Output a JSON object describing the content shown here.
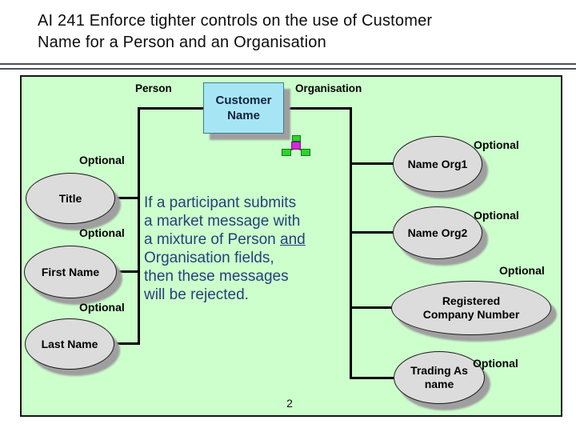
{
  "title": {
    "line1": "AI 241 Enforce tighter controls on the use of Customer",
    "line2": "Name for a Person and an Organisation"
  },
  "page_number": "2",
  "diagram": {
    "branch_left_label": "Person",
    "branch_right_label": "Organisation",
    "root_box": {
      "line1": "Customer",
      "line2": "Name"
    },
    "optional_label": "Optional",
    "nodes": {
      "title": {
        "line1": "Title"
      },
      "first": {
        "line1": "First Name"
      },
      "last": {
        "line1": "Last Name"
      },
      "org1": {
        "line1": "Name Org1"
      },
      "org2": {
        "line1": "Name Org2"
      },
      "rcn": {
        "line1": "Registered",
        "line2": "Company Number"
      },
      "trading": {
        "line1": "Trading As",
        "line2": "name"
      }
    },
    "note": {
      "line1": "If a participant submits",
      "line2": "a market message with",
      "line3_prefix": "a mixture of Person ",
      "line3_underlined": "and",
      "line4": "Organisation fields,",
      "line5": "then these messages",
      "line6": "will be rejected."
    }
  },
  "colors": {
    "panel_bg": "#ccffcc",
    "box_fill": "#a6e6f4",
    "ellipse_fill": "#dcdcdc",
    "shadow": "#9f9f9f",
    "note_text": "#27417a",
    "rule": "#50505c",
    "icon_green": "#2ed52e",
    "icon_magenta": "#d42ad4"
  }
}
